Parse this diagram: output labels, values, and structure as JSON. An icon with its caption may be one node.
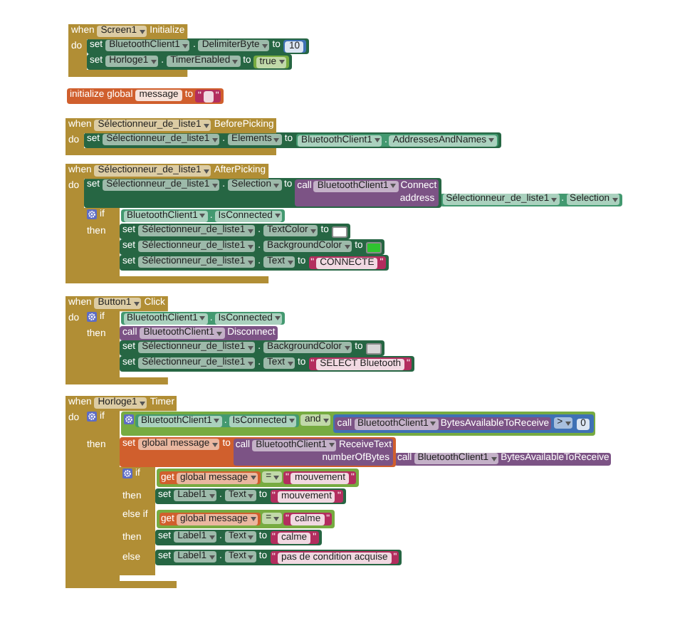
{
  "diagram": {
    "nodes": [
      {
        "text": [
          "when",
          "Screen1",
          "Initialize",
          "do"
        ]
      },
      {
        "text": [
          "set",
          "BluetoothClient1",
          ".",
          "DelimiterByte",
          "to"
        ]
      },
      {
        "text": [
          "10"
        ],
        "in": 1
      },
      {
        "text": [
          "set",
          "Horloge1",
          ".",
          "TimerEnabled",
          "to"
        ]
      },
      {
        "text": [
          "true"
        ],
        "in": 3
      },
      {
        "text": [
          "initialize global",
          "message",
          "to"
        ]
      },
      {
        "text": [
          "\"",
          "\""
        ],
        "in": 5
      },
      {
        "text": [
          "when",
          "Sélectionneur_de_liste1",
          "BeforePicking",
          "do"
        ]
      },
      {
        "text": [
          "set",
          "Sélectionneur_de_liste1",
          ".",
          "Elements",
          "to"
        ]
      },
      {
        "text": [
          "BluetoothClient1",
          ".",
          "AddressesAndNames"
        ],
        "in": 8
      },
      {
        "text": [
          "when",
          "Sélectionneur_de_liste1",
          "AfterPicking",
          "do"
        ]
      },
      {
        "text": [
          "set",
          "Sélectionneur_de_liste1",
          ".",
          "Selection",
          "to"
        ]
      },
      {
        "text": [
          "call",
          "BluetoothClient1",
          "Connect",
          "address"
        ],
        "in": 11
      },
      {
        "text": [
          "Sélectionneur_de_liste1",
          ".",
          "Selection"
        ]
      },
      {
        "text": [
          "if",
          "then"
        ],
        "in": 10
      },
      {
        "text": [
          "BluetoothClient1",
          ".",
          "IsConnected"
        ]
      },
      {
        "text": [
          "set",
          "Sélectionneur_de_liste1",
          ".",
          "TextColor",
          "to"
        ]
      },
      {
        "text": [],
        "shape": "box",
        "in": 16
      },
      {
        "text": [
          "set",
          "Sélectionneur_de_liste1",
          ".",
          "BackgroundColor",
          "to"
        ]
      },
      {
        "text": [],
        "shape": "box",
        "in": 18
      },
      {
        "text": [
          "set",
          "Sélectionneur_de_liste1",
          ".",
          "Text",
          "to"
        ]
      },
      {
        "text": [
          "\"",
          "CONNECTE",
          "\""
        ],
        "in": 20
      },
      {
        "text": [
          "when",
          "Button1",
          "Click",
          "do"
        ]
      },
      {
        "text": [
          "if",
          "then"
        ],
        "in": 22
      },
      {
        "text": [
          "BluetoothClient1",
          ".",
          "IsConnected"
        ]
      },
      {
        "text": [
          "call",
          "BluetoothClient1",
          "Disconnect"
        ]
      },
      {
        "text": [
          "set",
          "Sélectionneur_de_liste1",
          ".",
          "BackgroundColor",
          "to"
        ]
      },
      {
        "text": [],
        "shape": "box",
        "in": 26
      },
      {
        "text": [
          "set",
          "Sélectionneur_de_liste1",
          ".",
          "Text",
          "to"
        ]
      },
      {
        "text": [
          "\"",
          "SELECT Bluetooth",
          "\""
        ],
        "in": 28
      },
      {
        "text": [
          "when",
          "Horloge1",
          "Timer",
          "do"
        ]
      },
      {
        "text": [
          "if",
          "then"
        ],
        "in": 30
      },
      {
        "text": [
          "and"
        ]
      },
      {
        "text": [
          "BluetoothClient1",
          ".",
          "IsConnected"
        ],
        "in": 32
      },
      {
        "text": [
          ">"
        ],
        "in": 32
      },
      {
        "text": [
          "call",
          "BluetoothClient1",
          "BytesAvailableToReceive"
        ],
        "in": 34
      },
      {
        "text": [
          "0"
        ],
        "in": 34
      },
      {
        "text": [
          "set",
          "global message",
          "to"
        ]
      },
      {
        "text": [
          "call",
          "BluetoothClient1",
          "ReceiveText",
          "numberOfBytes"
        ],
        "in": 37
      },
      {
        "text": [
          "call",
          "BluetoothClient1",
          "BytesAvailableToReceive"
        ]
      },
      {
        "text": [
          "if",
          "then",
          "else if",
          "then",
          "else"
        ],
        "in": 30
      },
      {
        "text": [
          "="
        ]
      },
      {
        "text": [
          "get",
          "global message"
        ],
        "in": 41
      },
      {
        "text": [
          "\"",
          "mouvement",
          "\""
        ],
        "in": 41
      },
      {
        "text": [
          "set",
          "Label1",
          ".",
          "Text",
          "to"
        ]
      },
      {
        "text": [
          "\"",
          "mouvement",
          "\""
        ],
        "in": 44
      },
      {
        "text": [
          "="
        ]
      },
      {
        "text": [
          "get",
          "global message"
        ],
        "in": 46
      },
      {
        "text": [
          "\"",
          "calme",
          "\""
        ],
        "in": 46
      },
      {
        "text": [
          "set",
          "Label1",
          ".",
          "Text",
          "to"
        ]
      },
      {
        "text": [
          "\"",
          "calme",
          "\""
        ],
        "in": 49
      },
      {
        "text": [
          "set",
          "Label1",
          ".",
          "Text",
          "to"
        ]
      },
      {
        "text": [
          "\"",
          "pas de condition acquise",
          "\""
        ],
        "in": 51
      }
    ]
  }
}
